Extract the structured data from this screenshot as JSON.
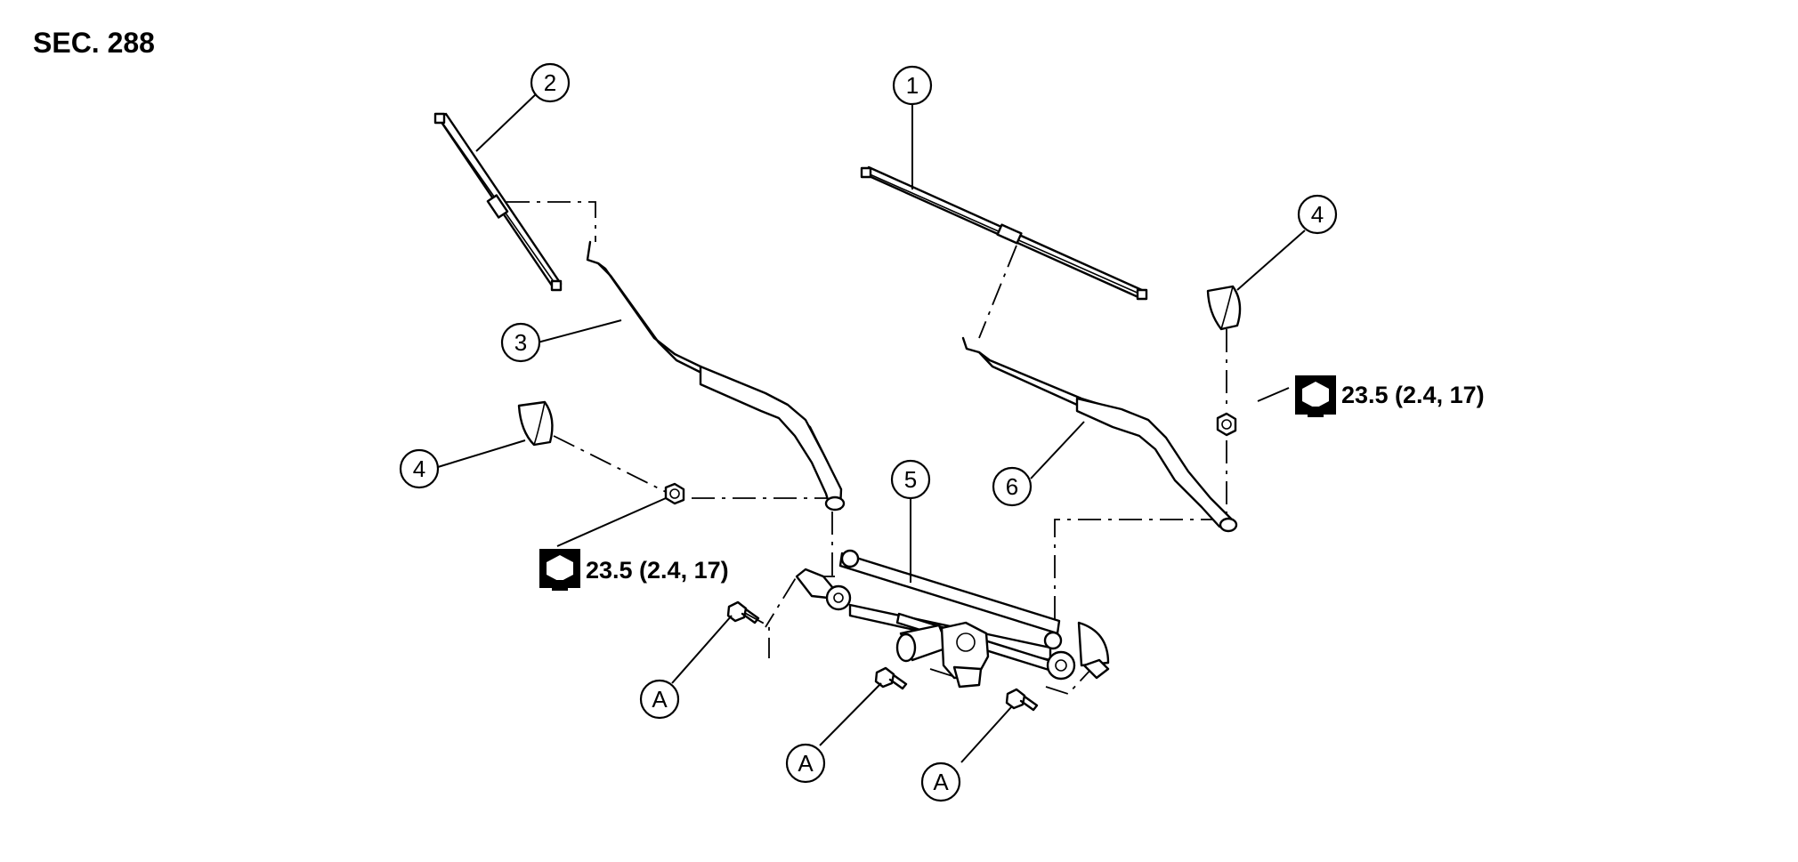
{
  "section_label": "SEC. 288",
  "callouts": {
    "c1": "1",
    "c2": "2",
    "c3": "3",
    "c4_left": "4",
    "c4_right": "4",
    "c5": "5",
    "c6": "6",
    "ca1": "A",
    "ca2": "A",
    "ca3": "A"
  },
  "torque": {
    "left": "23.5 (2.4, 17)",
    "right": "23.5 (2.4, 17)",
    "icon": "wrench-nut-icon"
  },
  "parts": {
    "drive_blade": "wiper-blade-icon",
    "assist_blade": "wiper-blade-icon",
    "assist_arm": "wiper-arm-icon",
    "drive_arm": "wiper-arm-icon",
    "nut_cap": "cap-icon",
    "motor_linkage": "wiper-motor-linkage-icon",
    "bolt": "bolt-icon",
    "nut": "nut-icon"
  }
}
